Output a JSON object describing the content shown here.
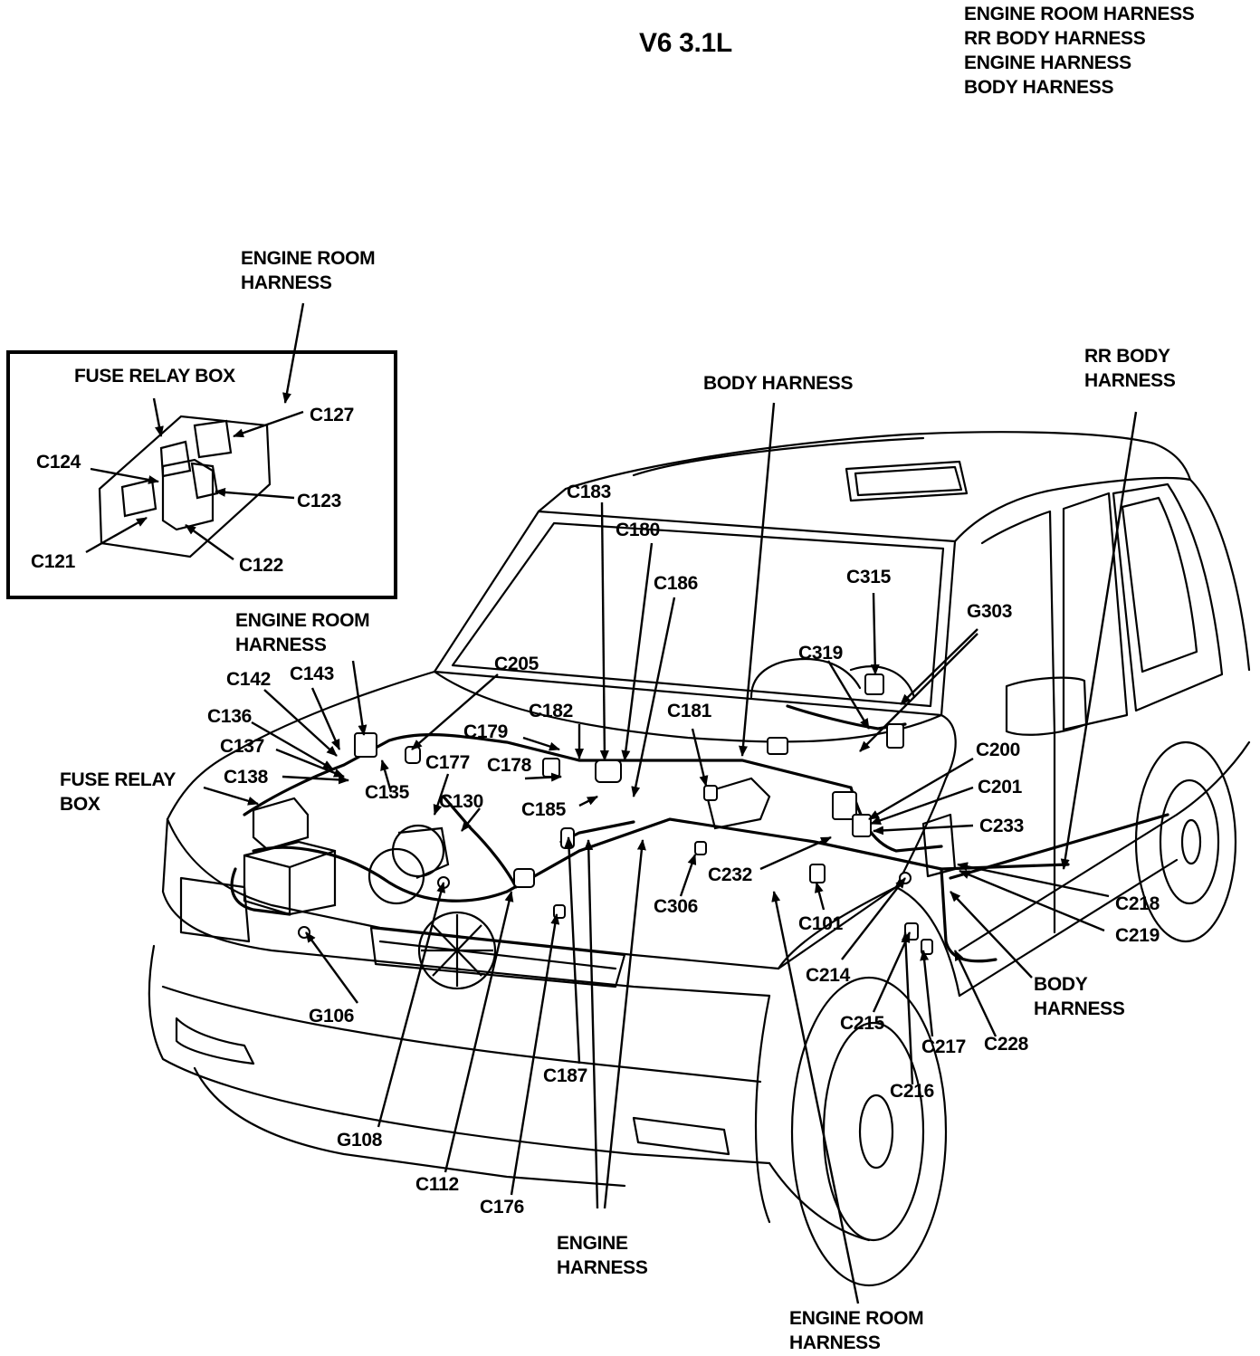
{
  "title": "V6 3.1L",
  "legend": [
    "ENGINE ROOM HARNESS",
    "RR BODY HARNESS",
    "ENGINE HARNESS",
    "BODY HARNESS"
  ],
  "inset": {
    "harness_label": [
      "ENGINE ROOM",
      "HARNESS"
    ],
    "box_label": "FUSE RELAY BOX",
    "connectors": [
      "C127",
      "C124",
      "C123",
      "C121",
      "C122"
    ]
  },
  "harness_labels": {
    "engine_room_top": [
      "ENGINE ROOM",
      "HARNESS"
    ],
    "fuse_relay_box": [
      "FUSE RELAY",
      "BOX"
    ],
    "body_harness_top": "BODY HARNESS",
    "rr_body_harness": [
      "RR BODY",
      "HARNESS"
    ],
    "body_harness_right": [
      "BODY",
      "HARNESS"
    ],
    "engine_harness_bottom": [
      "ENGINE",
      "HARNESS"
    ],
    "engine_room_bottom": [
      "ENGINE ROOM",
      "HARNESS"
    ]
  },
  "connectors": {
    "c183": "C183",
    "c180": "C180",
    "c186": "C186",
    "c315": "C315",
    "g303": "G303",
    "c319": "C319",
    "c205": "C205",
    "c142": "C142",
    "c143": "C143",
    "c136": "C136",
    "c137": "C137",
    "c138": "C138",
    "c182": "C182",
    "c181": "C181",
    "c179": "C179",
    "c177": "C177",
    "c178": "C178",
    "c135": "C135",
    "c130": "C130",
    "c185": "C185",
    "c200": "C200",
    "c201": "C201",
    "c233": "C233",
    "c232": "C232",
    "c306": "C306",
    "c101": "C101",
    "c218": "C218",
    "c219": "C219",
    "c214": "C214",
    "c215": "C215",
    "c217": "C217",
    "c228": "C228",
    "c216": "C216",
    "g106": "G106",
    "c187": "C187",
    "g108": "G108",
    "c112": "C112",
    "c176": "C176"
  }
}
